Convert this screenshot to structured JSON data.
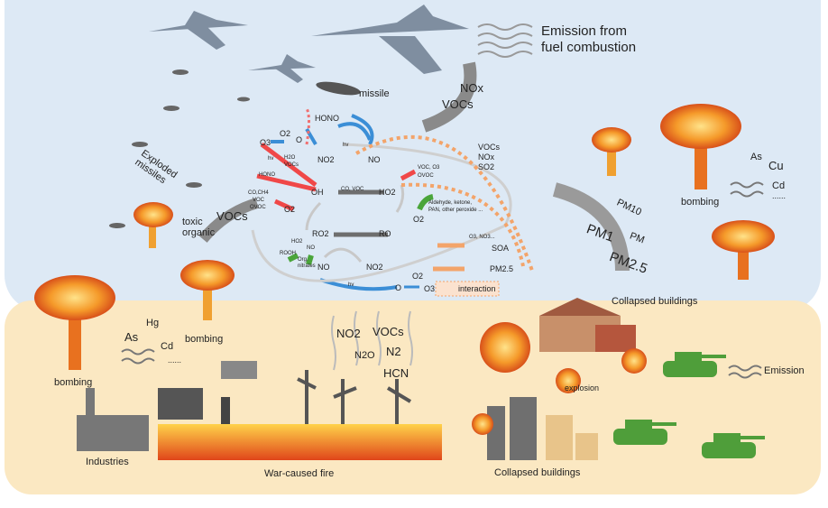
{
  "top": {
    "emission_title": "Emission from fuel combustion",
    "emission_line1": "Emission from",
    "emission_line2": "fuel combustion",
    "nox": "NOx",
    "vocs": "VOCs",
    "missile": "missile",
    "exploded_missiles_1": "Exploded",
    "exploded_missiles_2": "missiles",
    "toxic_1": "toxic",
    "toxic_2": "organic",
    "toxic_vocs": "VOCs",
    "chem": {
      "hono_top": "HONO",
      "o2_a": "O2",
      "o": "O",
      "o3": "O3",
      "hv_a": "hv",
      "no2_a": "NO2",
      "no_a": "NO",
      "hv_b": "hv",
      "h2o": "H2O",
      "vocs_small": "VOCs",
      "hono_left": "HONO",
      "oh": "OH",
      "co_voc": "CO, VOC",
      "ho2": "HO2",
      "voc_o3": "VOC, O3",
      "ovoc": "OVOC",
      "co_ch4": "CO,CH4",
      "voc": "VOC",
      "ovoc2": "OVOC",
      "o2_b": "O2",
      "aldehyde": "Aldehyde, ketone,",
      "pan": "PAN, other peroxide  ...",
      "o2_c": "O2",
      "ro2": "RO2",
      "ro": "RO",
      "ho2_b": "HO2",
      "no_b": "NO",
      "rooh": "ROOH",
      "org": "Org.",
      "nitrates": "nitrates",
      "no_c": "NO",
      "no2_c": "NO2",
      "hv_c": "hv",
      "o_b": "O",
      "o2_d": "O2",
      "o3_b": "O3",
      "o3_no3": "O3, NO3...",
      "soa": "SOA",
      "pm25": "PM2.5",
      "interaction": "interaction",
      "vocs_r": "VOCs",
      "nox_r": "NOx",
      "so2_r": "SO2"
    },
    "pm10": "PM10",
    "pm1": "PM1",
    "pm": "PM",
    "pm25": "PM2.5",
    "bombing": "bombing",
    "as": "As",
    "cu": "Cu",
    "cd": "Cd",
    "dots": "......",
    "collapsed": "Collapsed  buildings"
  },
  "bottom": {
    "bombing_left": "bombing",
    "as": "As",
    "hg": "Hg",
    "cd": "Cd",
    "dots": "......",
    "bombing_mid": "bombing",
    "industries": "Industries",
    "fire": "War-caused fire",
    "no2": "NO2",
    "vocs": "VOCs",
    "n2o": "N2O",
    "n2": "N2",
    "hcn": "HCN",
    "explosion": "explosion",
    "emission": "Emission",
    "collapsed": "Collapsed  buildings"
  },
  "colors": {
    "top_bg": "#dde9f5",
    "bottom_bg": "#fbe8c2",
    "blue_arrow": "#3b8ed6",
    "red_arrow": "#f04848",
    "orange_dots": "#f3a46a",
    "green": "#4aa53a"
  }
}
